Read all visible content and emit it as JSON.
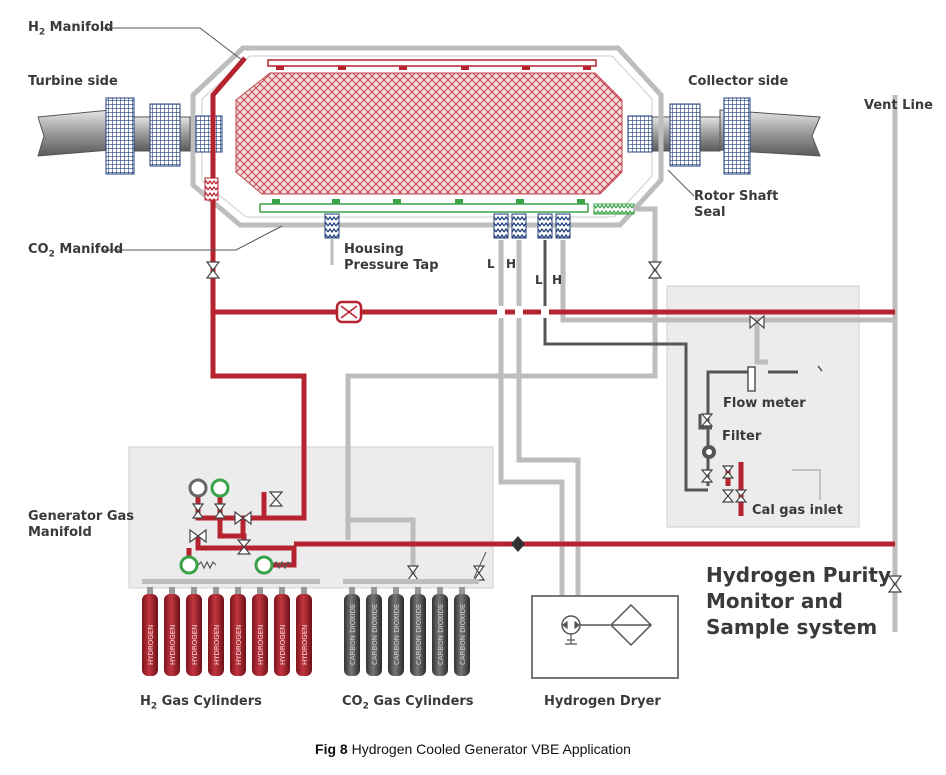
{
  "colors": {
    "hydrogen_line": "#b5232f",
    "gas_line": "#bdbdbd",
    "sample_line": "#555555",
    "co2_manifold": "#3aa34a",
    "panel_fill": "#ececec",
    "coil": "#1f3e7a"
  },
  "labels": {
    "h2_manifold_prefix": "H",
    "h2_manifold_sub": "2",
    "h2_manifold_suffix": " Manifold",
    "turbine_side": "Turbine side",
    "collector_side": "Collector side",
    "vent_line": "Vent Line",
    "rotor_shaft_seal_1": "Rotor Shaft",
    "rotor_shaft_seal_2": "Seal",
    "co2_manifold_prefix": "CO",
    "co2_manifold_sub": "2",
    "co2_manifold_suffix": " Manifold",
    "housing_pressure_tap_1": "Housing",
    "housing_pressure_tap_2": "Pressure Tap",
    "tap_l1": "L",
    "tap_h1": "H",
    "tap_l2": "L",
    "tap_h2": "H",
    "flow_meter": "Flow meter",
    "filter": "Filter",
    "cal_gas_inlet": "Cal gas inlet",
    "generator_gas_manifold_1": "Generator Gas",
    "generator_gas_manifold_2": "Manifold",
    "purity_monitor_1": "Hydrogen Purity",
    "purity_monitor_2": "Monitor and",
    "purity_monitor_3": "Sample system",
    "h2_cylinders_prefix": "H",
    "h2_cylinders_sub": "2",
    "h2_cylinders_suffix": " Gas Cylinders",
    "co2_cylinders_prefix": "CO",
    "co2_cylinders_sub": "2",
    "co2_cylinders_suffix": " Gas Cylinders",
    "hydrogen_dryer": "Hydrogen Dryer"
  },
  "cylinders": {
    "h2_text": "HYDROGEN",
    "co2_text": "CARBON DIOXIDE"
  },
  "caption": {
    "fig": "Fig 8",
    "text": " Hydrogen Cooled Generator VBE Application"
  }
}
